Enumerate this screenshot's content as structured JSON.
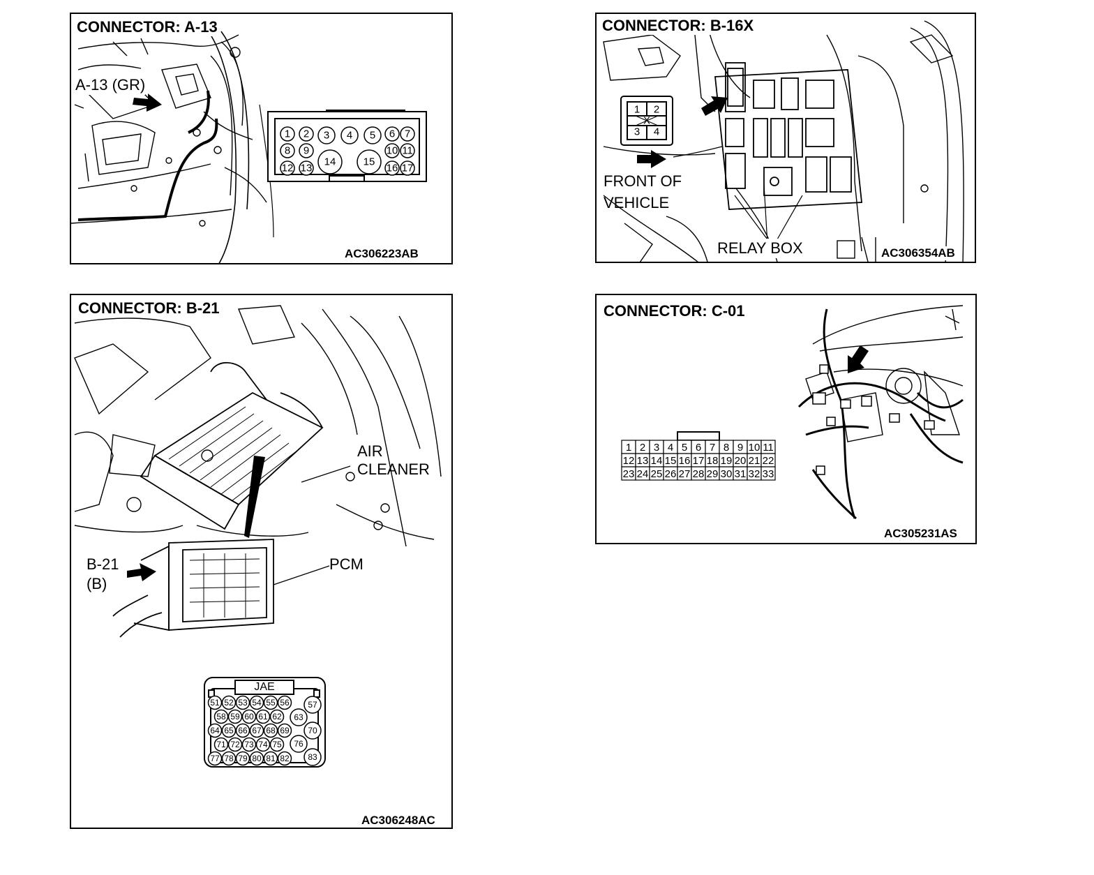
{
  "panels": {
    "a13": {
      "title": "CONNECTOR: A-13",
      "code": "AC306223AB",
      "callout": "A-13 (GR)",
      "pins": [
        "1",
        "2",
        "3",
        "4",
        "5",
        "6",
        "7",
        "8",
        "9",
        "10",
        "11",
        "12",
        "13",
        "14",
        "15",
        "16",
        "17"
      ]
    },
    "b16x": {
      "title": "CONNECTOR: B-16X",
      "code": "AC306354AB",
      "front_label": [
        "FRONT OF",
        "VEHICLE"
      ],
      "relay_label": "RELAY BOX",
      "pins": [
        "1",
        "2",
        "3",
        "4"
      ],
      "center_mark": "X"
    },
    "b21": {
      "title": "CONNECTOR: B-21",
      "code": "AC306248AC",
      "air_cleaner": [
        "AIR",
        "CLEANER"
      ],
      "pcm": "PCM",
      "callout": [
        "B-21",
        "(B)"
      ],
      "jae": "JAE",
      "pins": [
        "51",
        "52",
        "53",
        "54",
        "55",
        "56",
        "57",
        "58",
        "59",
        "60",
        "61",
        "62",
        "63",
        "64",
        "65",
        "66",
        "67",
        "68",
        "69",
        "70",
        "71",
        "72",
        "73",
        "74",
        "75",
        "76",
        "77",
        "78",
        "79",
        "80",
        "81",
        "82",
        "83"
      ]
    },
    "c01": {
      "title": "CONNECTOR: C-01",
      "code": "AC305231AS",
      "pins": [
        "1",
        "2",
        "3",
        "4",
        "5",
        "6",
        "7",
        "8",
        "9",
        "10",
        "11",
        "12",
        "13",
        "14",
        "15",
        "16",
        "17",
        "18",
        "19",
        "20",
        "21",
        "22",
        "23",
        "24",
        "25",
        "26",
        "27",
        "28",
        "29",
        "30",
        "31",
        "32",
        "33"
      ]
    }
  }
}
